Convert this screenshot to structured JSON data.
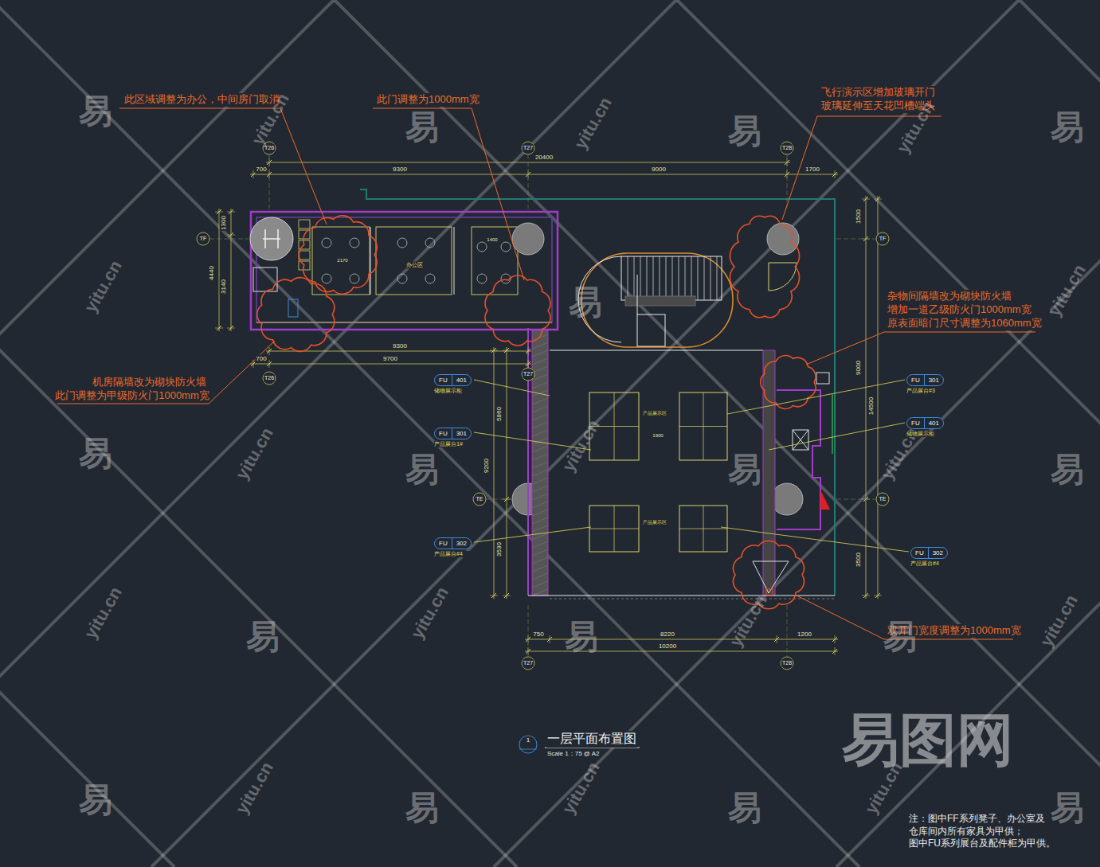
{
  "diagram": {
    "title": "一层平面布置图",
    "caption": "Scale 1：75 @ A2",
    "nodes": [
      {
        "text": [
          "FU",
          "401",
          "储物展示柜"
        ]
      },
      {
        "text": [
          "FU",
          "301",
          "产品展台1#"
        ]
      },
      {
        "text": [
          "FU",
          "302",
          "产品展台#4"
        ]
      },
      {
        "text": [
          "FU",
          "301",
          "产品展台#3"
        ]
      },
      {
        "text": [
          "FU",
          "401",
          "储物展示柜"
        ]
      },
      {
        "text": [
          "FU",
          "302",
          "产品展台#4"
        ]
      }
    ],
    "labels": [
      "此区域调整为办公，中间房门取消",
      "此门调整为1000mm宽",
      "飞行演示区增加玻璃开门 玻璃延伸至天花凹槽端头",
      "杂物间隔墙改为砌块防火墙 增加一道乙级防火门1000mm宽 原表面暗门尺寸调整为1060mm宽",
      "机房隔墙改为砌块防火墙 此门调整为甲级防火门1000mm宽",
      "双开门宽度调整为1000mm宽",
      "一层平面布置图",
      "Scale 1：75 @ A2",
      "1",
      "注：图中FF系列凳子、办公室及 仓库间内所有家具为甲供； 图中FU系列展台及配件柜为甲供。",
      "T26",
      "T27",
      "T28",
      "TF",
      "TF",
      "T26",
      "T27",
      "TE",
      "TE",
      "T27",
      "T28",
      "20400",
      "700",
      "9300",
      "9000",
      "1700",
      "1300",
      "4440",
      "3140",
      "9300",
      "700",
      "9700",
      "1500",
      "9000",
      "14500",
      "3500",
      "5860",
      "9200",
      "3530",
      "750",
      "8220",
      "1200",
      "10200",
      "办公区",
      "1400",
      "2170",
      "产品展示区",
      "产品展示区",
      "1900",
      "易",
      "易",
      "易",
      "易",
      "易",
      "易",
      "易",
      "易",
      "易",
      "易",
      "易",
      "易",
      "易",
      "易",
      "易",
      "易",
      "yitu.cn",
      "yitu.cn",
      "yitu.cn",
      "yitu.cn",
      "yitu.cn",
      "yitu.cn",
      "yitu.cn",
      "yitu.cn",
      "yitu.cn",
      "yitu.cn",
      "yitu.cn",
      "yitu.cn",
      "yitu.cn",
      "yitu.cn",
      "yitu.cn",
      "易图网"
    ]
  }
}
